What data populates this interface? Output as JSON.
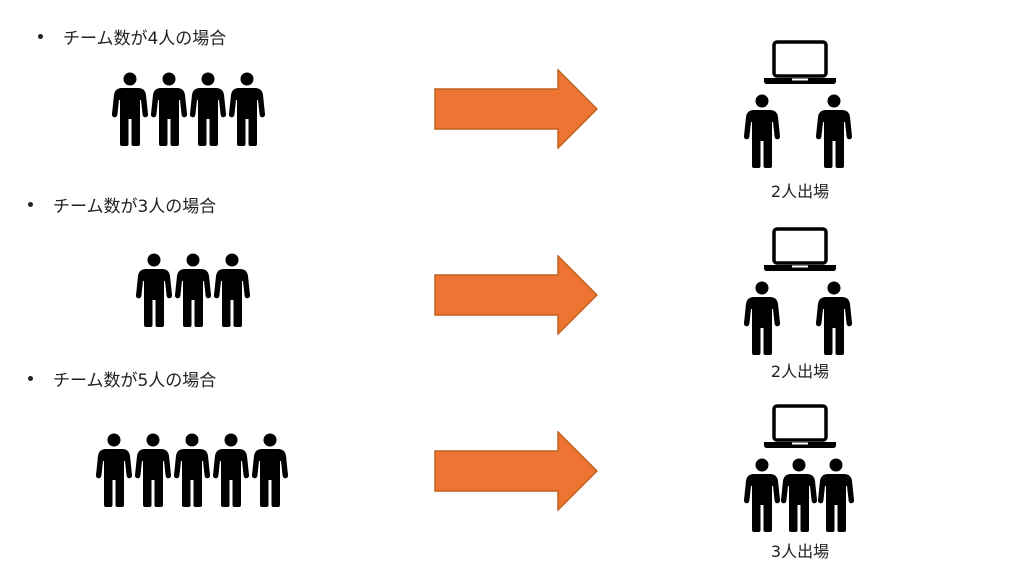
{
  "colors": {
    "arrow_fill": "#ED7433",
    "arrow_stroke": "#C0601F",
    "icon": "#000000"
  },
  "icons": {
    "person": "person-icon",
    "laptop": "laptop-icon",
    "arrow": "right-arrow"
  },
  "cases": [
    {
      "label": "チーム数が4人の場合",
      "team_count": 4,
      "result_count": 2,
      "result_label": "2人出場"
    },
    {
      "label": "チーム数が3人の場合",
      "team_count": 3,
      "result_count": 2,
      "result_label": "2人出場"
    },
    {
      "label": "チーム数が5人の場合",
      "team_count": 5,
      "result_count": 3,
      "result_label": "3人出場"
    }
  ]
}
